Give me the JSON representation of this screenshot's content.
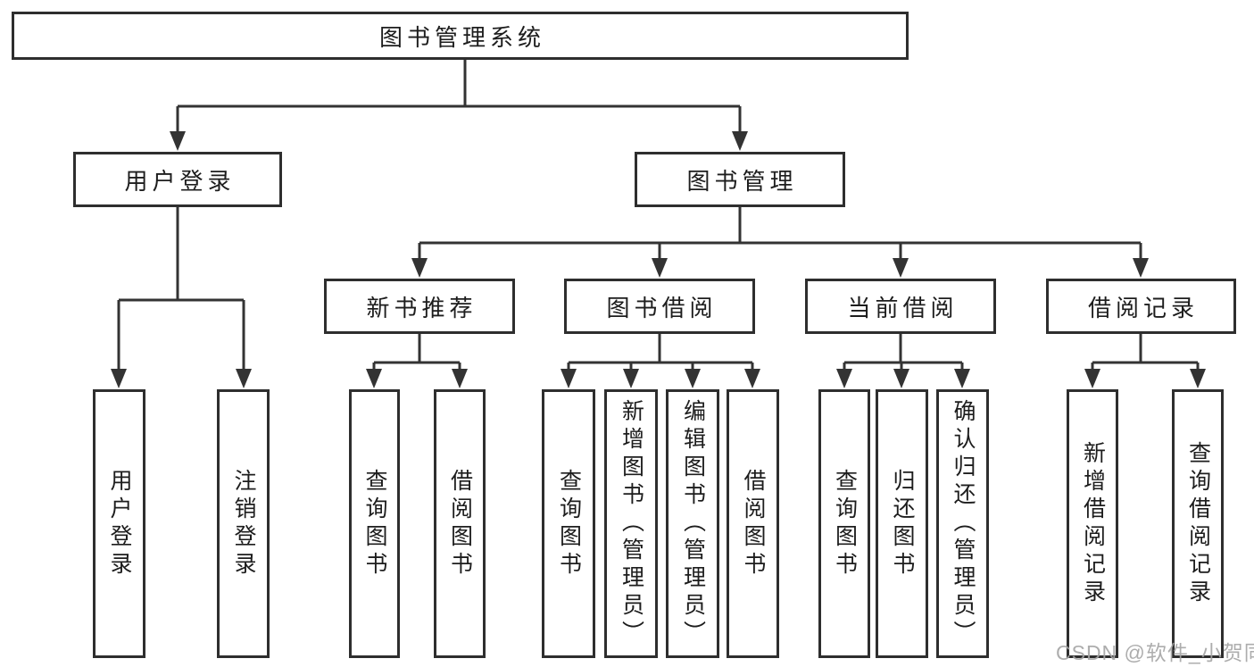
{
  "colors": {
    "line": "#333333",
    "node_border": "#2e2e2e",
    "node_text": "#1d1d1d",
    "watermark_text": "#a4a4a4",
    "background": "#ffffff"
  },
  "nodes": {
    "root": "图书管理系统",
    "user_login": "用户登录",
    "book_management": "图书管理",
    "new_book_recommend": "新书推荐",
    "book_borrow": "图书借阅",
    "current_borrow": "当前借阅",
    "borrow_record": "借阅记录",
    "leaves": {
      "user_login": [
        "用户登录",
        "注销登录"
      ],
      "new_book_recommend": [
        "查询图书",
        "借阅图书"
      ],
      "book_borrow": [
        "查询图书",
        "新增图书（管理员）",
        "编辑图书（管理员）",
        "借阅图书"
      ],
      "current_borrow": [
        "查询图书",
        "归还图书",
        "确认归还（管理员）"
      ],
      "borrow_record": [
        "新增借阅记录",
        "查询借阅记录"
      ]
    }
  },
  "watermark": "CSDN @软件_小贺同学"
}
